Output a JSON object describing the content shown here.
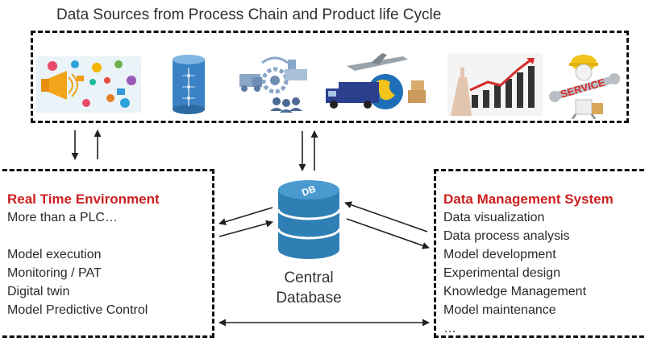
{
  "diagram": {
    "title": "Data Sources from Process Chain and Product life Cycle",
    "sources": {
      "icons": [
        "marketing-collage-icon",
        "storage-tank-icon",
        "supply-chain-gears-icon",
        "logistics-globe-icon",
        "growth-chart-icon",
        "service-wrench-icon"
      ],
      "service_text": "SERVICE"
    },
    "database": {
      "icon_text": "DB",
      "label_line1": "Central",
      "label_line2": "Database"
    },
    "real_time_environment": {
      "heading": "Real Time Environment",
      "subheading": "More than a PLC…",
      "items": [
        "Model execution",
        "Monitoring / PAT",
        "Digital twin",
        "Model Predictive Control"
      ]
    },
    "data_management_system": {
      "heading": "Data Management System",
      "items": [
        "Data visualization",
        "Data process analysis",
        "Model development",
        "Experimental design",
        "Knowledge Management",
        "Model maintenance",
        "…"
      ]
    },
    "colors": {
      "heading_red": "#cc1f1f",
      "db_blue": "#2f7fb5",
      "db_blue_dark": "#1d5f8c",
      "border": "#111111"
    }
  }
}
